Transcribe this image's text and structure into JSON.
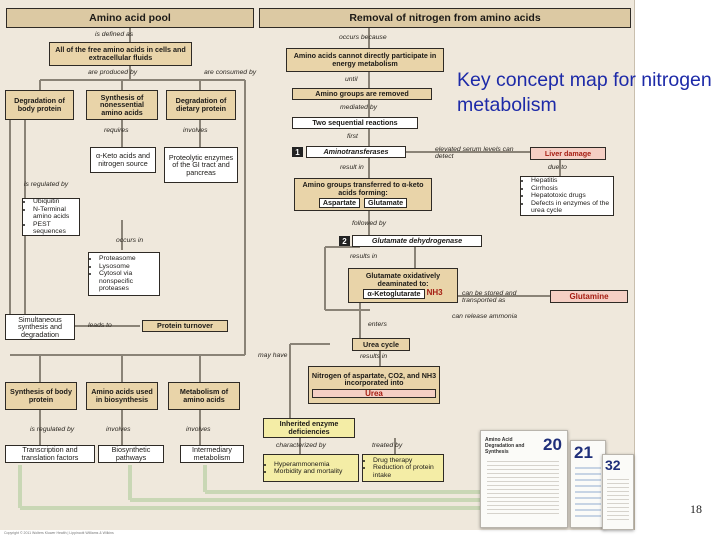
{
  "title": "Key concept map for nitrogen metabolism",
  "page_number": "18",
  "footer_text": "Copyright © 2011 Wolters Kluwer Health | Lippincott Williams & Wilkins",
  "colors": {
    "beige": "#e9d4a9",
    "header": "#dcc9a3",
    "title_blue": "#1d2aa8",
    "outcome_red": "#a51d12"
  },
  "map": {
    "amino_pool_header": "Amino acid pool",
    "removal_header": "Removal of nitrogen from amino acids",
    "pool_def": "All of the free amino acids in cells and extracellular fluids",
    "deg_body": "Degradation of body protein",
    "synth_nonessential": "Synthesis of nonessential amino acids",
    "deg_dietary": "Degradation of dietary protein",
    "keto_source": "α-Keto acids and nitrogen source",
    "proteolytic": "Proteolytic enzymes of the GI tract and pancreas",
    "ubiquitin": [
      "Ubiquitin",
      "N-Terminal amino acids",
      "PEST sequences"
    ],
    "proteasome": [
      "Proteasome",
      "Lysosome",
      "Cytosol via nonspecific proteases"
    ],
    "simultaneous": "Simultaneous synthesis and degradation",
    "protein_turnover": "Protein turnover",
    "not_energy": "Amino acids cannot directly participate in energy metabolism",
    "groups_removed": "Amino groups are removed",
    "two_reactions": "Two sequential reactions",
    "aminotransferases_num": "1",
    "aminotransferases": "Aminotransferases",
    "liver_damage": "Liver damage",
    "liver_causes": [
      "Hepatitis",
      "Cirrhosis",
      "Hepatotoxic drugs",
      "Defects in enzymes of the urea cycle"
    ],
    "transferred": "Amino groups transferred to α-keto acids forming:",
    "aspartate": "Aspartate",
    "glutamate": "Glutamate",
    "gdh_num": "2",
    "gdh": "Glutamate dehydrogenase",
    "oxidative": "Glutamate oxidatively deaminated to:",
    "alpha_kg": "α-Ketoglutarate",
    "nh3": "NH3",
    "glutamine": "Glutamine",
    "urea_cycle": "Urea cycle",
    "urea_incorporated": "Nitrogen of aspartate, CO2, and NH3 incorporated into",
    "urea": "Urea",
    "synth_body": "Synthesis of body protein",
    "biosynthesis": "Amino acids used in biosynthesis",
    "metabolism_aa": "Metabolism of amino acids",
    "transcription": "Transcription and translation factors",
    "biosynthetic": "Biosynthetic pathways",
    "intermediary": "Intermediary metabolism",
    "inherited": "Inherited enzyme deficiencies",
    "hyperammonemia": [
      "Hyperammonemia",
      "Morbidity and mortality"
    ],
    "drug_therapy": [
      "Drug therapy",
      "Reduction of protein intake"
    ]
  },
  "labels": {
    "is_defined_as": "is defined as",
    "are_produced_by": "are produced by",
    "are_consumed_by": "are consumed by",
    "requires": "requires",
    "involves": "involves",
    "is_regulated_by": "is regulated by",
    "occurs_in": "occurs in",
    "leads_to": "leads to",
    "may_have": "may have",
    "occurs_because": "occurs because",
    "until": "until",
    "mediated_by": "mediated by",
    "first": "first",
    "result_in": "result in",
    "elevated_serum": "elevated serum levels can detect",
    "due_to": "due to",
    "followed_by": "followed by",
    "results_in": "results in",
    "can_be_stored": "can be stored and transported as",
    "can_release": "can release ammonia",
    "enters": "enters",
    "is_regulated_by_2": "is regulated by",
    "involves_2": "involves",
    "involves_3": "involves",
    "characterized_by": "characterized by",
    "treated_by": "treated by"
  },
  "covers": {
    "chapter_title": "Amino Acid Degradation and Synthesis",
    "numbers": [
      "20",
      "21",
      "32"
    ]
  }
}
